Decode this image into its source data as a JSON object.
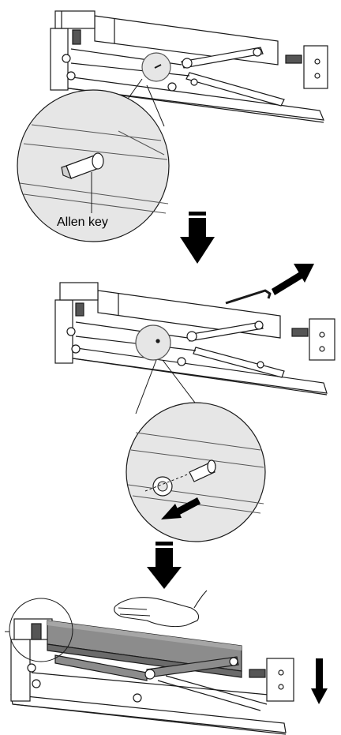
{
  "callout": {
    "allen_key_label": "Allen key"
  },
  "colors": {
    "line": "#1a1a1a",
    "frame_fill": "#ffffff",
    "detail_circle_fill": "#e6e6e6",
    "arrow_fill": "#000000",
    "motor_fill": "#8c8c8c",
    "motor_dark": "#6b6b6b"
  },
  "steps": [
    {
      "step": 1,
      "detail": "allen-key-in-shaft"
    },
    {
      "step": 2,
      "detail": "remove-allen-key-and-washer"
    },
    {
      "step": 3,
      "detail": "hand-supports-unit"
    }
  ],
  "icons": [
    "down-arrow-icon",
    "up-right-arrow-icon",
    "down-left-arrow-icon",
    "hand-icon",
    "allen-key-icon",
    "washer-icon"
  ]
}
